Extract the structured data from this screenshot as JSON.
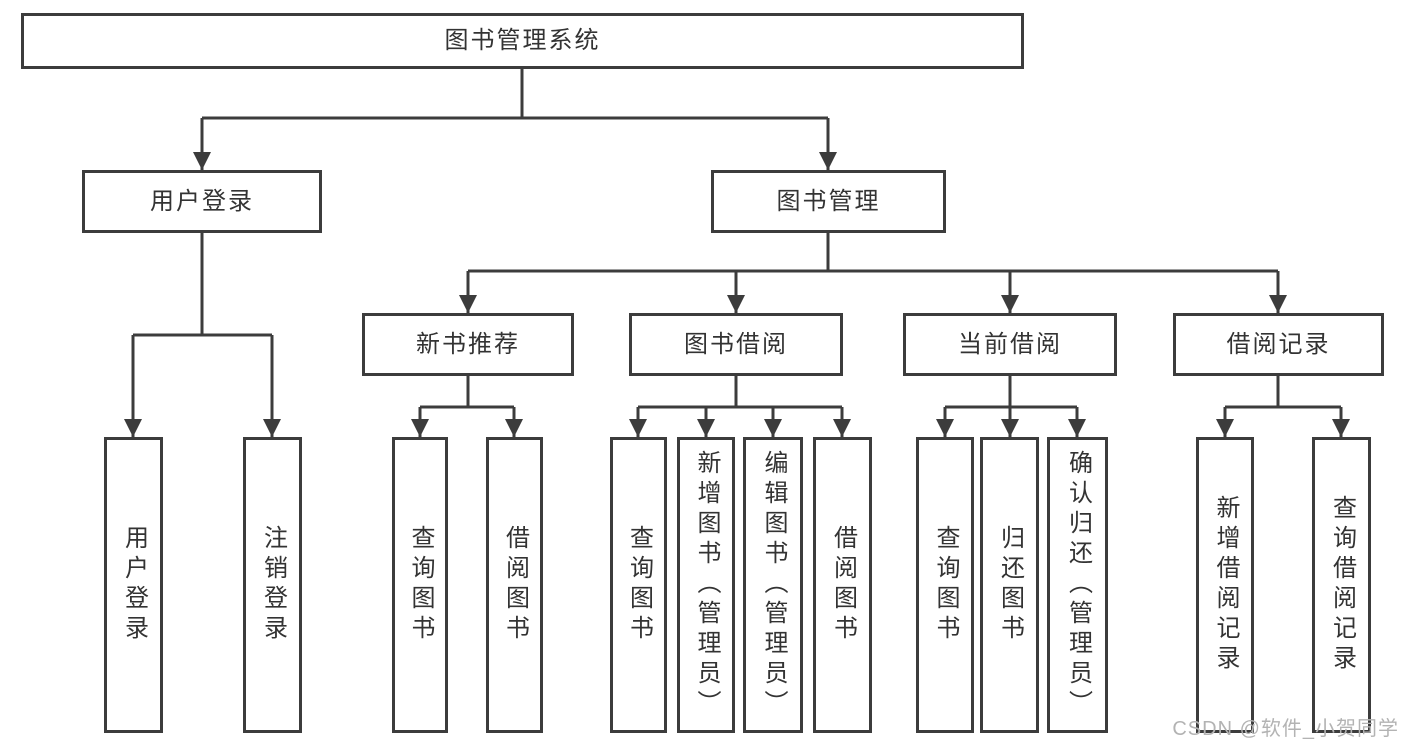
{
  "nodes": {
    "root": {
      "label": "图书管理系统"
    },
    "user_login": {
      "label": "用户登录"
    },
    "book_mgmt": {
      "label": "图书管理"
    },
    "new_book_rec": {
      "label": "新书推荐"
    },
    "book_borrow": {
      "label": "图书借阅"
    },
    "current_borrow": {
      "label": "当前借阅"
    },
    "borrow_record": {
      "label": "借阅记录"
    },
    "leaf_user_login": {
      "label": "用户登录"
    },
    "leaf_logout": {
      "label": "注销登录"
    },
    "leaf_nb_query": {
      "label": "查询图书"
    },
    "leaf_nb_borrow": {
      "label": "借阅图书"
    },
    "leaf_bb_query": {
      "label": "查询图书"
    },
    "leaf_bb_add": {
      "label": "新增图书（管理员）"
    },
    "leaf_bb_edit": {
      "label": "编辑图书（管理员）"
    },
    "leaf_bb_borrow": {
      "label": "借阅图书"
    },
    "leaf_cb_query": {
      "label": "查询图书"
    },
    "leaf_cb_return": {
      "label": "归还图书"
    },
    "leaf_cb_confirm": {
      "label": "确认归还（管理员）"
    },
    "leaf_br_add": {
      "label": "新增借阅记录"
    },
    "leaf_br_query": {
      "label": "查询借阅记录"
    }
  },
  "watermark": "CSDN @软件_小贺同学",
  "colors": {
    "line": "#3c3c3c",
    "border": "#3c3c3c",
    "text": "#333333",
    "watermark_text": "#b3b3b3",
    "background": "#ffffff"
  }
}
